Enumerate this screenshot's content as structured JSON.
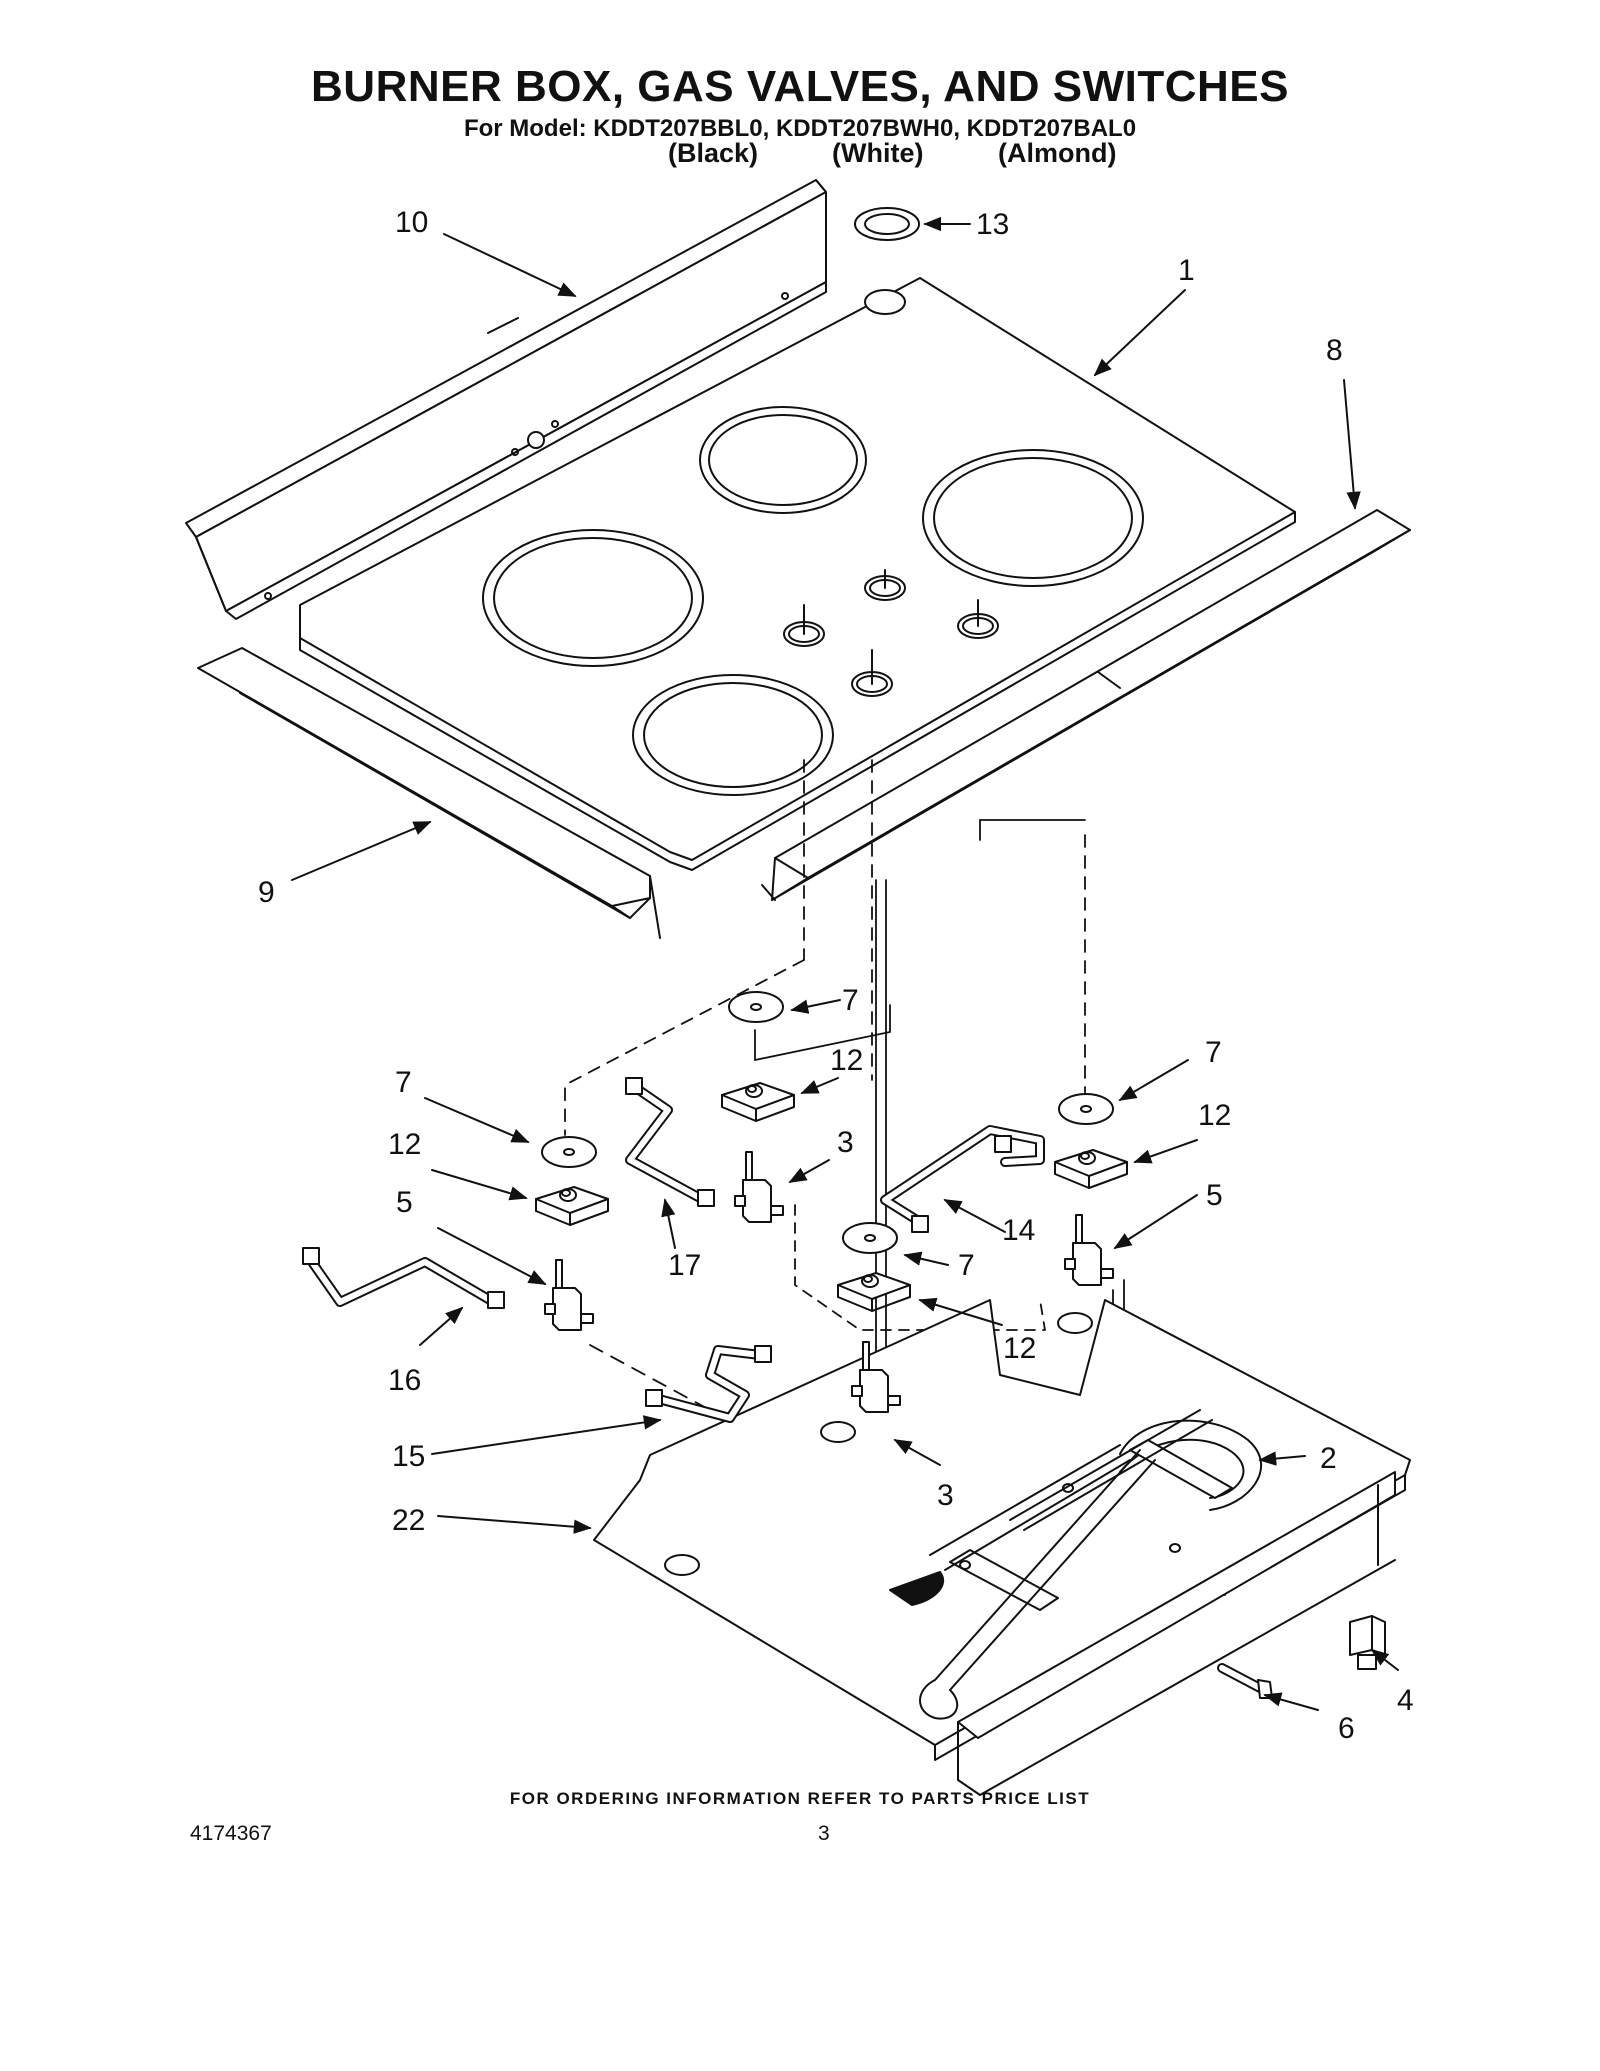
{
  "header": {
    "title": "BURNER BOX, GAS VALVES, AND SWITCHES",
    "models_line": "For Model: KDDT207BBL0, KDDT207BWH0, KDDT207BAL0",
    "colors": [
      "(Black)",
      "(White)",
      "(Almond)"
    ]
  },
  "diagram": {
    "callouts": [
      "10",
      "13",
      "1",
      "8",
      "9",
      "7",
      "12",
      "3",
      "17",
      "14",
      "5",
      "16",
      "15",
      "22",
      "2",
      "4",
      "6"
    ]
  },
  "footer": {
    "ordering_note": "FOR ORDERING INFORMATION REFER TO PARTS PRICE LIST",
    "document_number": "4174367",
    "page_number": "3"
  }
}
